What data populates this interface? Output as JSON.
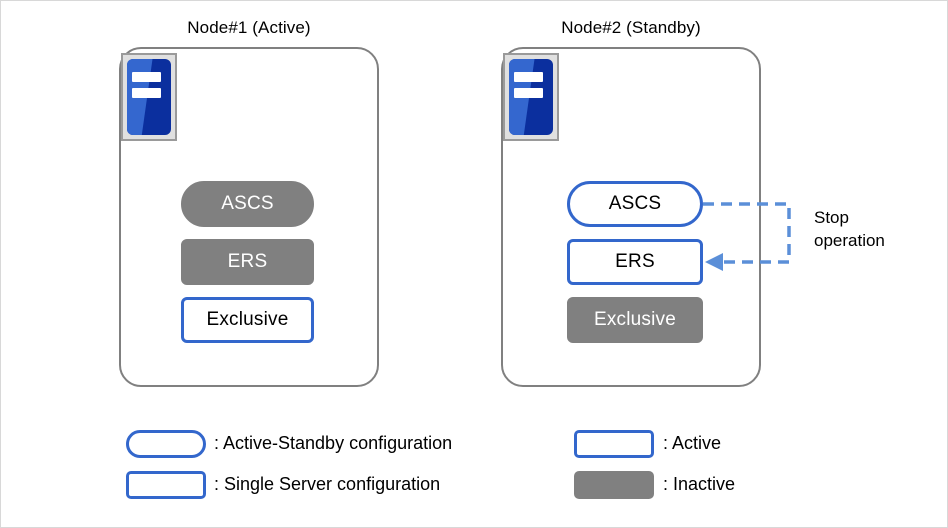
{
  "diagram": {
    "title_hidden": "",
    "colors": {
      "accent_blue": "#3367cc",
      "arrow_blue": "#5b8fd8",
      "inactive_gray": "#808080",
      "node_border_gray": "#808080",
      "icon_blue_dark": "#0b2f9e",
      "icon_blue_light": "#3467cf",
      "icon_frame_gray": "#e0e0e0",
      "page_border": "#d8d8d8"
    }
  },
  "nodes": [
    {
      "title": "Node#1 (Active)",
      "icon_name": "server-icon",
      "services": [
        {
          "label": "ASCS",
          "shape": "stadium",
          "state": "inactive"
        },
        {
          "label": "ERS",
          "shape": "rect",
          "state": "inactive"
        },
        {
          "label": "Exclusive",
          "shape": "rect",
          "state": "active"
        }
      ]
    },
    {
      "title": "Node#2 (Standby)",
      "icon_name": "server-icon",
      "services": [
        {
          "label": "ASCS",
          "shape": "stadium",
          "state": "active"
        },
        {
          "label": "ERS",
          "shape": "rect",
          "state": "active"
        },
        {
          "label": "Exclusive",
          "shape": "rect",
          "state": "inactive"
        }
      ]
    }
  ],
  "annotations": [
    {
      "text": "Stop\noperation",
      "name": "stop-operation-annotation"
    }
  ],
  "legend": {
    "left_column": [
      {
        "swatch_shape": "stadium",
        "swatch_style": "outline",
        "label": ": Active-Standby configuration"
      },
      {
        "swatch_shape": "rect",
        "swatch_style": "outline",
        "label": ": Single Server configuration"
      }
    ],
    "right_column": [
      {
        "swatch_shape": "rect",
        "swatch_style": "outline",
        "label": ": Active"
      },
      {
        "swatch_shape": "rect",
        "swatch_style": "filled",
        "label": ": Inactive"
      }
    ]
  }
}
